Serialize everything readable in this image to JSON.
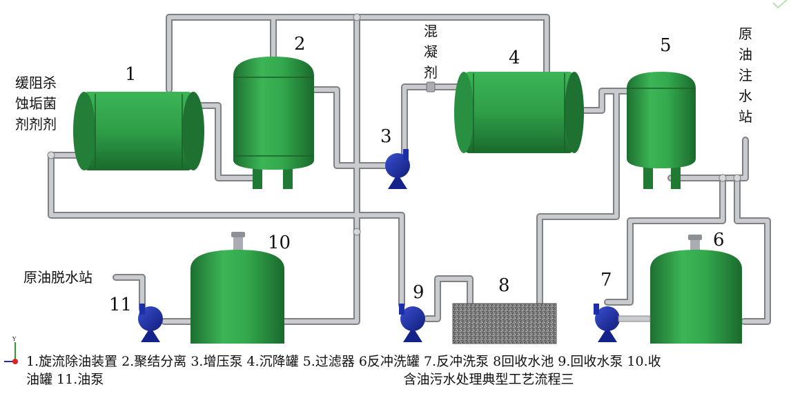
{
  "labels": {
    "additives_lines": [
      "缓阻杀",
      "蚀垢菌",
      "剂剂剂"
    ],
    "coagulant_chars": [
      "混",
      "凝",
      "剂"
    ],
    "injection_station_chars": [
      "原",
      "油",
      "注",
      "水",
      "站"
    ],
    "dehydration_station": "原油脱水站"
  },
  "equipment_numbers": {
    "n1": "1",
    "n2": "2",
    "n3": "3",
    "n4": "4",
    "n5": "5",
    "n6": "6",
    "n7": "7",
    "n8": "8",
    "n9": "9",
    "n10": "10",
    "n11": "11"
  },
  "caption": {
    "line1": "1.旋流除油装置 2.聚结分离 3.增压泵 4.沉降罐 5.过滤器 6反冲洗罐 7.反冲洗泵 8回收水池 9.回收水泵 10.收",
    "line2_left": "油罐 11.油泵",
    "line2_center": "含油污水处理典型工艺流程三"
  },
  "colors": {
    "tank_green": "#2f9e48",
    "tank_green_dark": "#1f7a34",
    "pipe_gray": "#b9bcc0",
    "pump_blue": "#1b2fa8",
    "pool_gray": "#8a8a8a"
  }
}
